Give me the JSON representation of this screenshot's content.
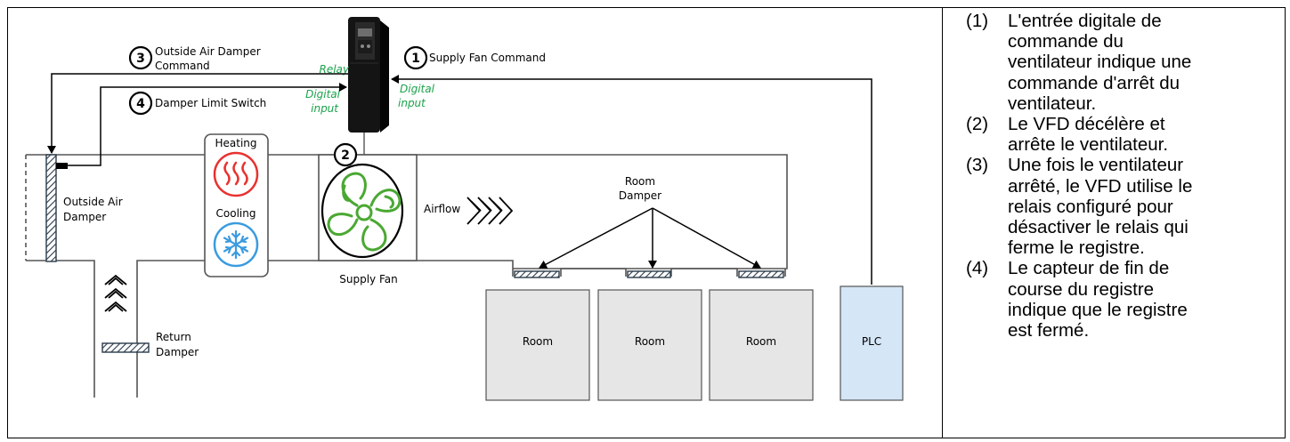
{
  "diagram": {
    "callouts": {
      "c1": {
        "num": "1",
        "label": "Supply Fan Command"
      },
      "c2": {
        "num": "2"
      },
      "c3": {
        "num": "3",
        "label_line1": "Outside Air Damper",
        "label_line2": "Command"
      },
      "c4": {
        "num": "4",
        "label": "Damper Limit Switch"
      }
    },
    "vfd_labels": {
      "relay": "Relay",
      "digital_input_left_1": "Digital",
      "digital_input_left_2": "input",
      "digital_input_right_1": "Digital",
      "digital_input_right_2": "input"
    },
    "components": {
      "outside_air_damper_1": "Outside Air",
      "outside_air_damper_2": "Damper",
      "heating": "Heating",
      "cooling": "Cooling",
      "supply_fan": "Supply Fan",
      "airflow": "Airflow",
      "room_damper_1": "Room",
      "room_damper_2": "Damper",
      "return_damper_1": "Return",
      "return_damper_2": "Damper",
      "rooms": [
        "Room",
        "Room",
        "Room"
      ],
      "plc": "PLC"
    },
    "colors": {
      "green_italic": "#1aa34a",
      "heating_red": "#e8322f",
      "cooling_blue": "#3b9be0",
      "fan_green": "#4aa832",
      "room_fill": "#e6e6e6",
      "plc_fill": "#d5e6f7"
    }
  },
  "notes": [
    {
      "num": "(1)",
      "lines": [
        "L'entrée digitale de",
        "commande du",
        "ventilateur indique une",
        "commande d'arrêt du",
        "ventilateur."
      ]
    },
    {
      "num": "(2)",
      "lines": [
        "Le VFD décélère et",
        "arrête le ventilateur."
      ]
    },
    {
      "num": "(3)",
      "lines": [
        "Une fois le ventilateur",
        "arrêté, le VFD utilise le",
        "relais configuré pour",
        "désactiver le relais qui",
        "ferme le registre."
      ]
    },
    {
      "num": "(4)",
      "lines": [
        "Le capteur de fin de",
        "course du registre",
        "indique que le registre",
        "est fermé."
      ]
    }
  ]
}
